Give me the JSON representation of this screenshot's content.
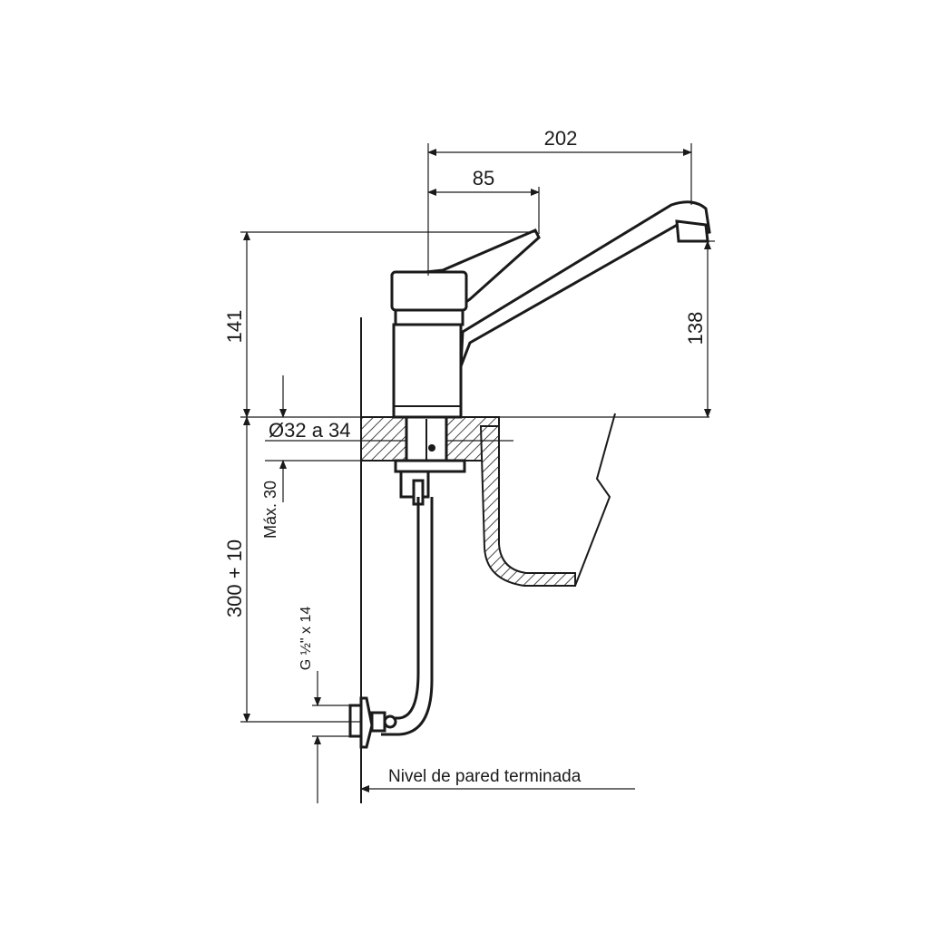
{
  "dimensions": {
    "d202": "202",
    "d85": "85",
    "d141": "141",
    "d138": "138",
    "d_bore": "Ø32 a 34",
    "d_max": "Máx. 30",
    "d_tail": "300 + 10",
    "d_thread": "G ½\" x 14"
  },
  "labels": {
    "wall_level": "Nivel de pared terminada"
  }
}
